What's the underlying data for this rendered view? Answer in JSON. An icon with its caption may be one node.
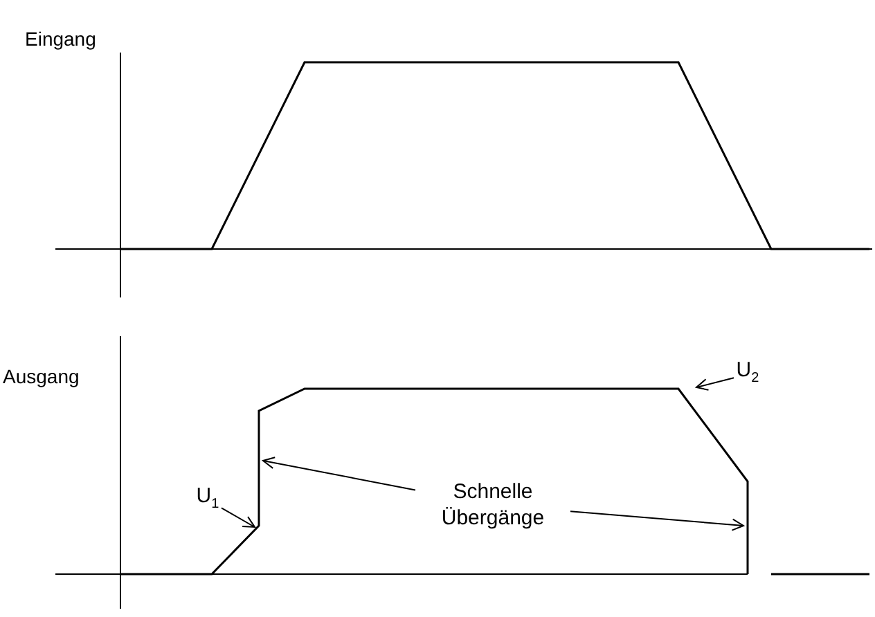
{
  "diagram": {
    "nodes": [
      {
        "text": [
          "Schnelle Übergänge"
        ]
      },
      {
        "text": [
          "U$_{1}$"
        ]
      },
      {
        "text": [
          "U$_{2}$"
        ]
      }
    ],
    "edges": [
      {
        "from": 0,
        "to": null,
        "arrow": "to"
      },
      {
        "from": 0,
        "to": null,
        "arrow": "to"
      },
      {
        "from": 1,
        "to": null,
        "arrow": "to"
      },
      {
        "from": 2,
        "to": null,
        "arrow": "to"
      }
    ],
    "labels": [
      "Eingang",
      "Ausgang"
    ]
  }
}
